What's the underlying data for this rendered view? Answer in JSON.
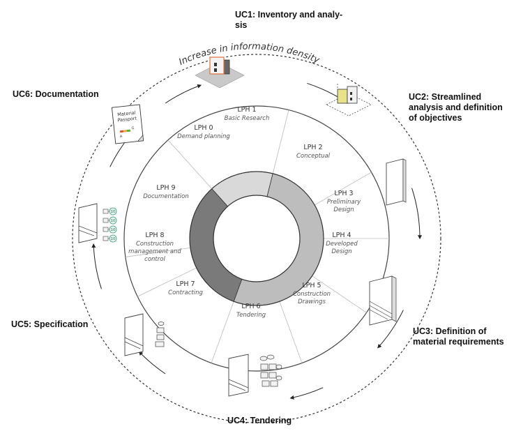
{
  "use_cases": [
    {
      "id": "uc1",
      "label": "UC1: Inventory and analy-\nsis"
    },
    {
      "id": "uc2",
      "label": "UC2: Streamlined\nanalysis and definition\nof objectives"
    },
    {
      "id": "uc3",
      "label": "UC3: Definition of\nmaterial requirements"
    },
    {
      "id": "uc4",
      "label": "UC4: Tendering"
    },
    {
      "id": "uc5",
      "label": "UC5: Specification"
    },
    {
      "id": "uc6",
      "label": "UC6: Documentation"
    }
  ],
  "arc_text": "Increase in information density",
  "phases": [
    {
      "title": "LPH 0",
      "sub": [
        "Demand planning"
      ]
    },
    {
      "title": "LPH 1",
      "sub": [
        "Basic Research"
      ]
    },
    {
      "title": "LPH 2",
      "sub": [
        "Conceptual"
      ]
    },
    {
      "title": "LPH 3",
      "sub": [
        "Preliminary",
        "Design"
      ]
    },
    {
      "title": "LPH 4",
      "sub": [
        "Developed",
        "Design"
      ]
    },
    {
      "title": "LPH 5",
      "sub": [
        "Construction",
        "Drawings"
      ]
    },
    {
      "title": "LPH 6",
      "sub": [
        "Tendering"
      ]
    },
    {
      "title": "LPH 7",
      "sub": [
        "Contracting"
      ]
    },
    {
      "title": "LPH 8",
      "sub": [
        "Construction",
        "management and",
        "control"
      ]
    },
    {
      "title": "LPH 9",
      "sub": [
        "Documentation"
      ]
    }
  ],
  "passport": {
    "line1": "Material",
    "line2": "Passport",
    "scale_a": "A",
    "scale_g": "G"
  },
  "badge_text": "10",
  "colors": {
    "ring_light": "#d9d9d9",
    "ring_mid": "#bdbdbd",
    "ring_dark": "#7a7a7a",
    "accent_yellow": "#e8e28a",
    "accent_orange": "#e0703a"
  }
}
